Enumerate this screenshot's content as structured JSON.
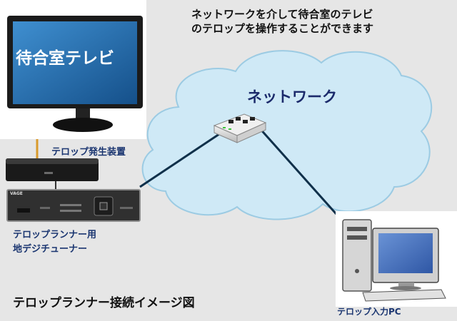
{
  "headline": {
    "line1": "ネットワークを介して待合室のテレビ",
    "line2": "のテロップを操作することができます"
  },
  "network": {
    "label": "ネットワーク"
  },
  "tv": {
    "screen_text": "待合室テレビ"
  },
  "generator": {
    "label": "テロップ発生装置"
  },
  "tuner": {
    "label_line1": "テロップランナー用",
    "label_line2": "地デジチューナー",
    "brand": "VAGE"
  },
  "pc": {
    "label": "テロップ入力PC"
  },
  "caption": "テロップランナー接続イメージ図",
  "colors": {
    "background": "#e6e6e6",
    "cloud": "#cfe9f6",
    "cloud_edge": "#9ccbe3",
    "tv_screen": "#1f6aa8",
    "label_blue": "#1a3570",
    "cable": "#10304a"
  },
  "icons": [
    "tv-icon",
    "cloud-icon",
    "network-switch-icon",
    "set-top-box-icon",
    "tuner-device-icon",
    "desktop-pc-icon",
    "keyboard-icon"
  ]
}
